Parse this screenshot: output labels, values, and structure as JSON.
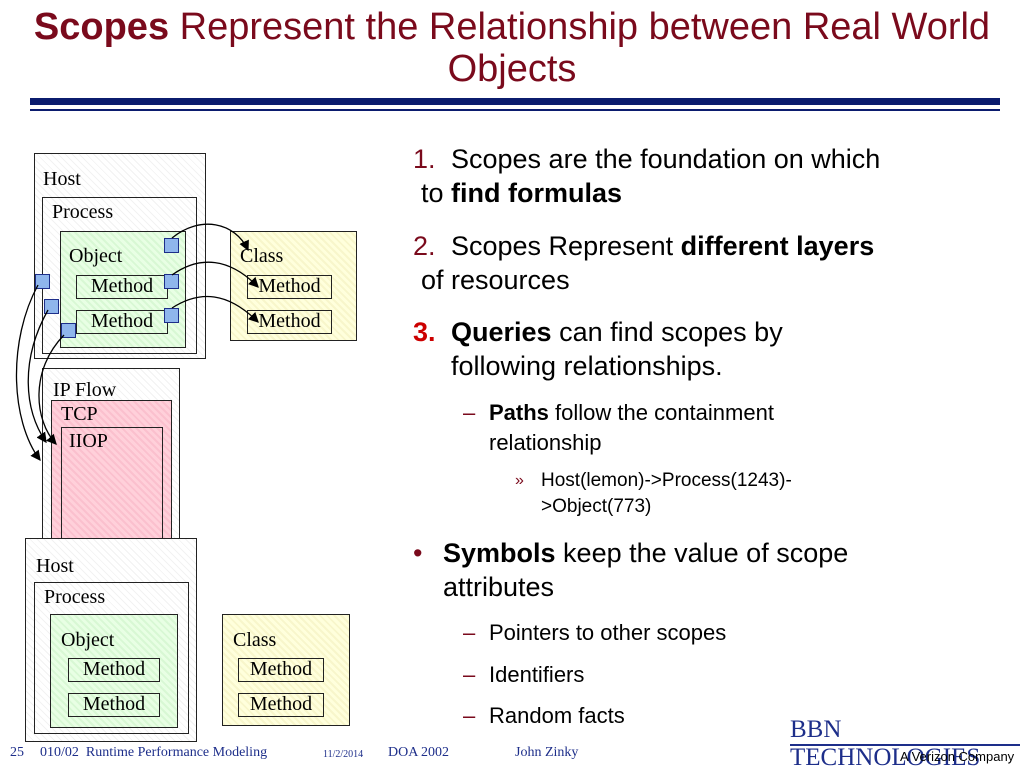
{
  "title": {
    "bold": "Scopes",
    "rest": " Represent the Relationship between Real World Objects"
  },
  "diagram": {
    "top": {
      "host": "Host",
      "process": "Process",
      "object": "Object",
      "method1": "Method",
      "method2": "Method",
      "class": "Class",
      "cmethod1": "Method",
      "cmethod2": "Method"
    },
    "network": {
      "ipflow": "IP Flow",
      "tcp": "TCP",
      "iiop": "IIOP"
    },
    "bottom": {
      "host": "Host",
      "process": "Process",
      "object": "Object",
      "method1": "Method",
      "method2": "Method",
      "class": "Class",
      "cmethod1": "Method",
      "cmethod2": "Method"
    }
  },
  "bullets": {
    "b1": {
      "num": "1.",
      "line1": "Scopes are the foundation on which",
      "line2a": "to ",
      "line2b": "find formulas"
    },
    "b2": {
      "num": "2.",
      "line1a": "Scopes Represent ",
      "line1b": "different layers",
      "line2": "of resources"
    },
    "b3": {
      "num": "3.",
      "line1a": "Queries",
      "line1b": " can find scopes by",
      "line2": "following relationships."
    },
    "b3a": {
      "dash": "–",
      "bold": "Paths",
      "rest": " follow the containment",
      "line2": "relationship"
    },
    "b3a1": {
      "mark": "»",
      "line1": "Host(lemon)->Process(1243)-",
      "line2": ">Object(773)"
    },
    "b4": {
      "mark": "•",
      "bold": "Symbols",
      "rest": " keep the value of scope",
      "line2": "attributes"
    },
    "b4a": {
      "dash": "–",
      "text": "Pointers to other scopes"
    },
    "b4b": {
      "dash": "–",
      "text": "Identifiers"
    },
    "b4c": {
      "dash": "–",
      "text": "Random facts"
    }
  },
  "footer": {
    "page": "25",
    "course": "010/02  Runtime Performance Modeling",
    "date": "11/2/2014",
    "event": "DOA 2002",
    "author": "John Zinky"
  },
  "logo": {
    "company": "BBN TECHNOLOGIES",
    "tagline": "A Verizon Company"
  }
}
